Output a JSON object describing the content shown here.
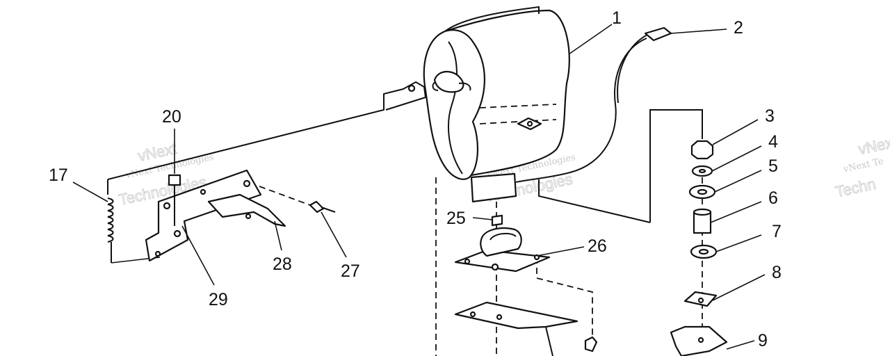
{
  "callouts": [
    {
      "id": "1",
      "label": "1"
    },
    {
      "id": "2",
      "label": "2"
    },
    {
      "id": "3",
      "label": "3"
    },
    {
      "id": "4",
      "label": "4"
    },
    {
      "id": "5",
      "label": "5"
    },
    {
      "id": "6",
      "label": "6"
    },
    {
      "id": "7",
      "label": "7"
    },
    {
      "id": "8",
      "label": "8"
    },
    {
      "id": "9",
      "label": "9"
    },
    {
      "id": "17",
      "label": "17"
    },
    {
      "id": "20",
      "label": "20"
    },
    {
      "id": "25",
      "label": "25"
    },
    {
      "id": "26",
      "label": "26"
    },
    {
      "id": "27",
      "label": "27"
    },
    {
      "id": "28",
      "label": "28"
    },
    {
      "id": "29",
      "label": "29"
    }
  ],
  "watermark": {
    "brand": "vNext Technologies",
    "brand_short": "vNext Te",
    "brand_big": "Technologies",
    "brand_big_short": "Techn",
    "mark": "vNext"
  }
}
